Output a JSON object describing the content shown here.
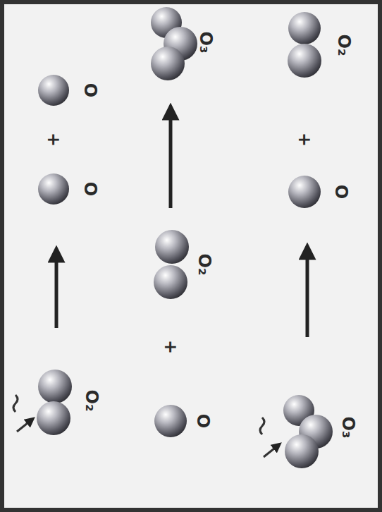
{
  "diagram": {
    "labels": [
      "O",
      "+",
      "O",
      "O₂",
      "O₃",
      "O₂",
      "+",
      "O",
      "O₂",
      "+",
      "O",
      "O₃"
    ]
  }
}
